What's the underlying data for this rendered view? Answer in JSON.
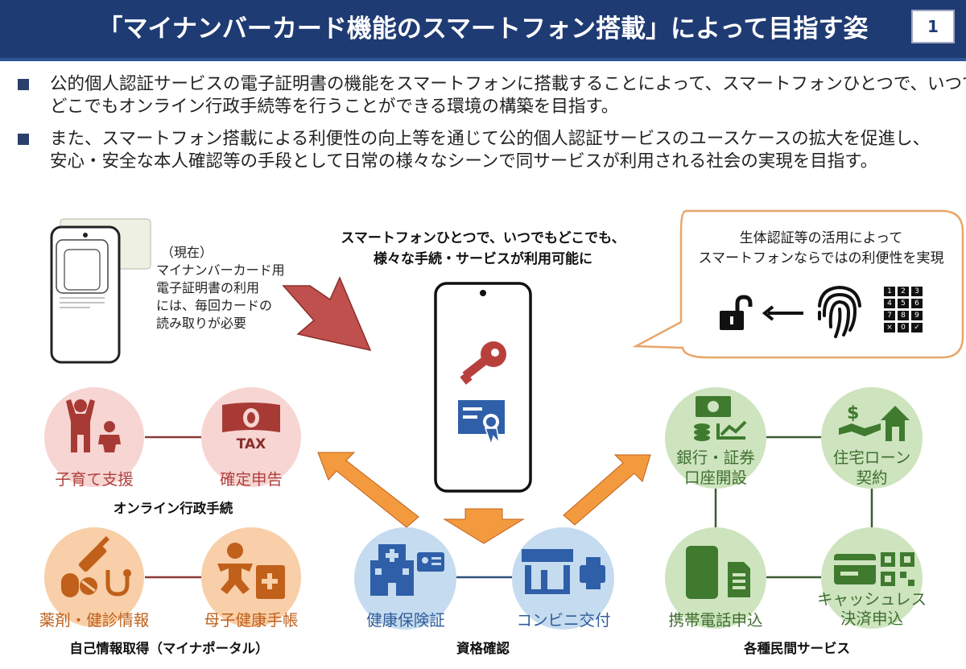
{
  "header": {
    "title": "「マイナンバーカード機能のスマートフォン搭載」によって目指す姿",
    "page_number": "1"
  },
  "bullets": [
    {
      "line1": "公的個人認証サービスの電子証明書の機能をスマートフォンに搭載することによって、スマートフォンひとつで、いつでも",
      "line2": "どこでもオンライン行政手続等を行うことができる環境の構築を目指す。"
    },
    {
      "line1": "また、スマートフォン搭載による利便性の向上等を通じて公的個人認証サービスのユースケースの拡大を促進し、",
      "line2": "安心・安全な本人確認等の手段として日常の様々なシーンで同サービスが利用される社会の実現を目指す。"
    }
  ],
  "current": {
    "lines": [
      "（現在）",
      "マイナンバーカード用",
      "電子証明書の利用",
      "には、毎回カードの",
      "読み取りが必要"
    ]
  },
  "center": {
    "line1": "スマートフォンひとつで、いつでもどこでも、",
    "line2": "様々な手続・サービスが利用可能に"
  },
  "bubble": {
    "line1": "生体認証等の活用によって",
    "line2": "スマートフォンならではの利便性を実現",
    "keypad": [
      "1",
      "2",
      "3",
      "4",
      "5",
      "6",
      "7",
      "8",
      "9",
      "×",
      "0",
      "✓"
    ]
  },
  "groups": {
    "gov": {
      "title": "オンライン行政手続",
      "items": [
        {
          "label": "子育て支援",
          "icon": "family-icon"
        },
        {
          "label": "確定申告",
          "icon": "tax-money-icon",
          "badge": "TAX"
        }
      ]
    },
    "portal": {
      "title": "自己情報取得（マイナポータル）",
      "items": [
        {
          "label": "薬剤・健診情報",
          "icon": "medicine-icon"
        },
        {
          "label": "母子健康手帳",
          "icon": "mother-child-book-icon"
        }
      ]
    },
    "qual": {
      "title": "資格確認",
      "items": [
        {
          "label": "健康保険証",
          "icon": "hospital-id-icon"
        },
        {
          "label": "コンビニ交付",
          "icon": "store-printer-icon"
        }
      ]
    },
    "private": {
      "title": "各種民間サービス",
      "items": [
        {
          "label1": "銀行・証券",
          "label2": "口座開設",
          "icon": "bank-chart-icon"
        },
        {
          "label1": "住宅ローン",
          "label2": "契約",
          "icon": "house-loan-icon"
        },
        {
          "label1": "携帯電話申込",
          "label2": "",
          "icon": "mobile-sim-icon"
        },
        {
          "label1": "キャッシュレス",
          "label2": "決済申込",
          "icon": "card-qr-icon"
        }
      ]
    }
  },
  "colors": {
    "header_bg": "#1f3b73",
    "pink": "#f6d5d2",
    "orange": "#f8cfa8",
    "blue": "#c5dbef",
    "green": "#cde4bf",
    "arrow_orange": "#f39a3e",
    "arrow_red": "#c0504d"
  }
}
